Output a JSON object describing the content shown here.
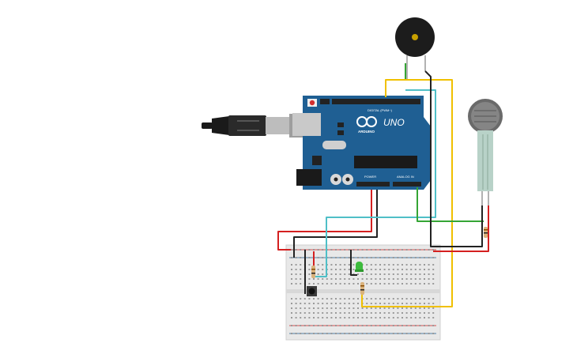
{
  "board": {
    "brand": "UNO",
    "sub_brand": "ARDUINO",
    "digital_label": "DIGITAL (PWM~)",
    "power_label": "POWER",
    "analog_label": "ANALOG IN"
  },
  "colors": {
    "board": "#1f5f93",
    "wire_red": "#d42020",
    "wire_black": "#222222",
    "wire_green": "#35a535",
    "wire_yellow": "#f0c000",
    "wire_cyan": "#4fbfc7",
    "led": "#3dbb3d",
    "breadboard": "#e8e8e8"
  },
  "components": [
    "usb-cable",
    "arduino-uno",
    "piezo-buzzer",
    "force-sensor",
    "breadboard",
    "led",
    "push-button",
    "resistor"
  ]
}
